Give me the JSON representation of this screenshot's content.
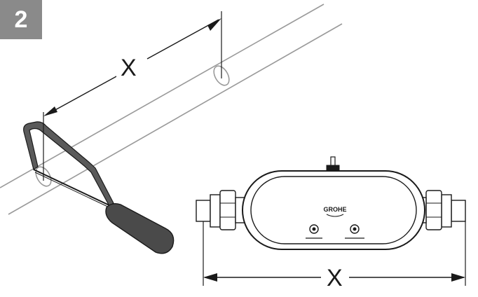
{
  "step": {
    "number": "2"
  },
  "dimensions": {
    "pipe_section_label": "X",
    "device_length_label": "X"
  },
  "device": {
    "brand": "GROHE",
    "indicator_left_caption": "",
    "indicator_right_caption": ""
  },
  "colors": {
    "badge": "#8a8a8a",
    "line": "#1a1a1a",
    "pipe": "#9a9a9a",
    "saw_frame": "#555555",
    "saw_handle": "#4a4a4a"
  }
}
